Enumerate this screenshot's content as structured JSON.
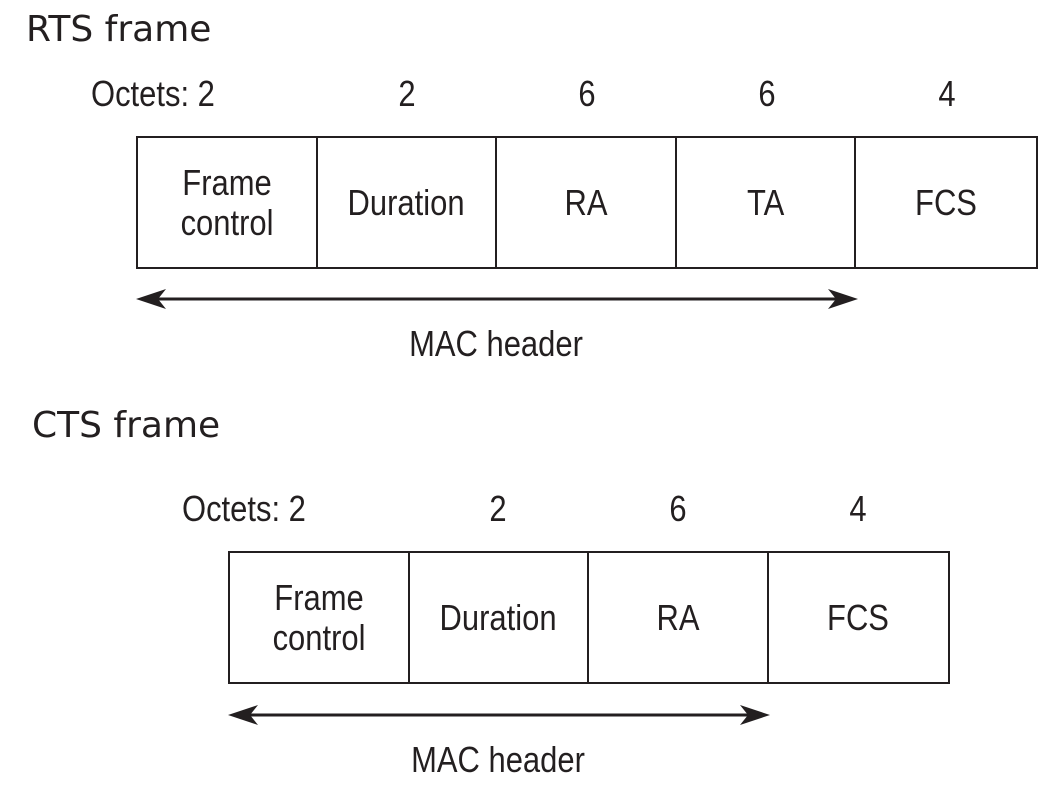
{
  "rts": {
    "title": "RTS frame",
    "octets": [
      "Octets: 2",
      "2",
      "6",
      "6",
      "4"
    ],
    "fields": [
      "Frame\ncontrol",
      "Duration",
      "RA",
      "TA",
      "FCS"
    ],
    "mac_header_label": "MAC header"
  },
  "cts": {
    "title": "CTS frame",
    "octets": [
      "Octets: 2",
      "2",
      "6",
      "4"
    ],
    "fields": [
      "Frame\ncontrol",
      "Duration",
      "RA",
      "FCS"
    ],
    "mac_header_label": "MAC header"
  },
  "colors": {
    "ink": "#231f20",
    "background": "#ffffff"
  }
}
